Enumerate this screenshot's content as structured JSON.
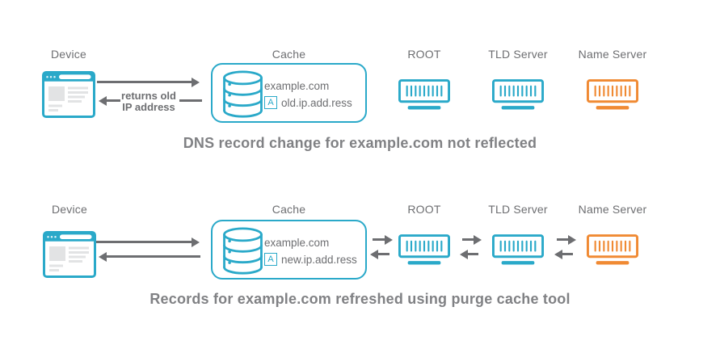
{
  "colors": {
    "teal": "#2AA9C9",
    "orange": "#F08A33",
    "arrow": "#6D6E71",
    "label": "#6D6E71",
    "caption": "#808184",
    "record_text": "#6D6E71",
    "browser_content": "#E2E3E4"
  },
  "icons": {
    "device": "browser-window-icon",
    "cache": "database-icon",
    "root": "server-icon",
    "tld": "server-icon",
    "nameserver": "server-icon"
  },
  "diagram1": {
    "device_label": "Device",
    "cache_label": "Cache",
    "root_label": "ROOT",
    "tld_label": "TLD Server",
    "nameserver_label": "Name Server",
    "return_label_line1": "returns old",
    "return_label_line2": "IP address",
    "cache_entry": {
      "domain": "example.com",
      "record_type": "A",
      "record_value": "old.ip.add.ress"
    },
    "caption": "DNS record change for example.com not reflected"
  },
  "diagram2": {
    "device_label": "Device",
    "cache_label": "Cache",
    "root_label": "ROOT",
    "tld_label": "TLD Server",
    "nameserver_label": "Name Server",
    "cache_entry": {
      "domain": "example.com",
      "record_type": "A",
      "record_value": "new.ip.add.ress"
    },
    "caption": "Records for example.com refreshed using purge cache tool"
  }
}
